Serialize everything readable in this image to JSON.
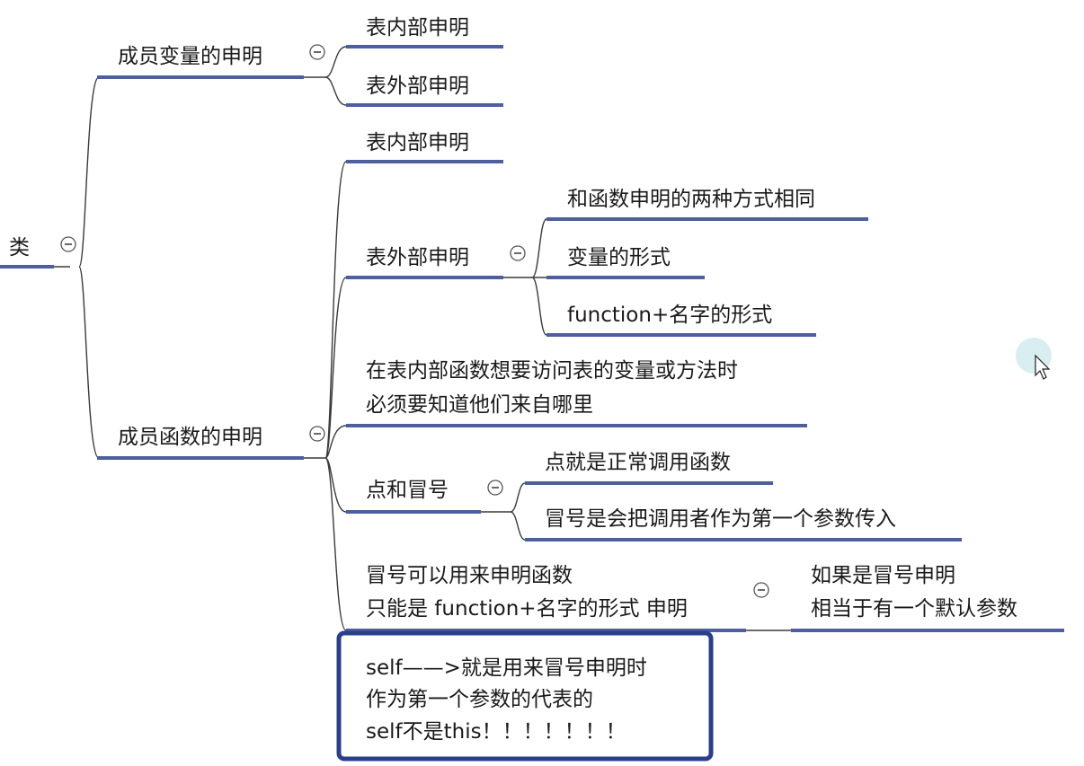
{
  "root": {
    "label": "类"
  },
  "member_variable": {
    "label": "成员变量的申明",
    "children": [
      "表内部申明",
      "表外部申明"
    ]
  },
  "member_function": {
    "label": "成员函数的申明",
    "inside_table": "表内部申明",
    "outside_table": {
      "label": "表外部申明",
      "children": [
        "和函数申明的两种方式相同",
        "变量的形式",
        "function+名字的形式"
      ]
    },
    "access_note": {
      "lines": [
        "在表内部函数想要访问表的变量或方法时",
        "必须要知道他们来自哪里"
      ]
    },
    "dot_and_colon": {
      "label": "点和冒号",
      "children": [
        "点就是正常调用函数",
        "冒号是会把调用者作为第一个参数传入"
      ]
    },
    "colon_declare": {
      "lines": [
        "冒号可以用来申明函数",
        "只能是 function+名字的形式 申明"
      ],
      "child_lines": [
        "如果是冒号申明",
        "相当于有一个默认参数"
      ]
    },
    "self_note": {
      "lines": [
        "self——>就是用来冒号申明时",
        "作为第一个参数的代表的",
        "self不是this！！！！！！！"
      ]
    }
  },
  "colors": {
    "underline": "#4d5f9e",
    "box_border": "#2a3f8c",
    "line": "#3a3a3a"
  }
}
